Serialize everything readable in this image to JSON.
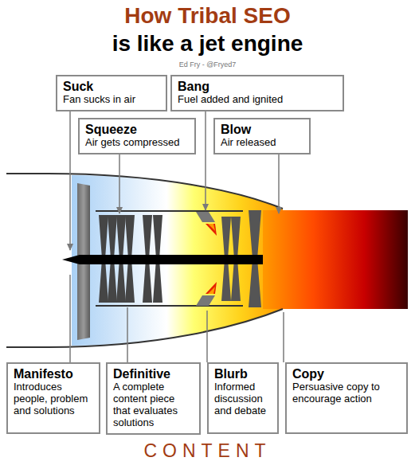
{
  "diagram": {
    "title": "How Tribal SEO",
    "nodes": [
      {
        "text": [
          "Suck",
          "Fan sucks in air"
        ]
      },
      {
        "text": [
          "Bang",
          "Fuel added and ignited"
        ]
      },
      {
        "text": [
          "Squeeze",
          "Air gets compressed"
        ]
      },
      {
        "text": [
          "Blow",
          "Air released"
        ]
      },
      {
        "text": [
          "Manifesto",
          "Introduces people, problem and solutions"
        ]
      },
      {
        "text": [
          "Definitive",
          "A complete content piece that evaluates solutions"
        ]
      },
      {
        "text": [
          "Blurb",
          "Informed discussion and debate"
        ]
      },
      {
        "text": [
          "Copy",
          "Persuasive copy to encourage action"
        ]
      }
    ],
    "labels": [
      "is like a jet engine",
      "Ed Fry - @Fryed7",
      "CONTENT"
    ]
  }
}
